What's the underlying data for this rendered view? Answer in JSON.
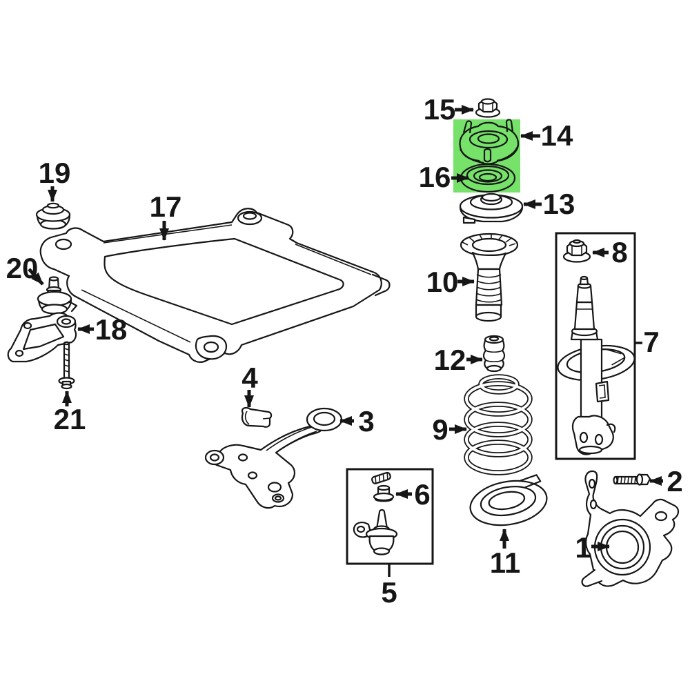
{
  "diagram": {
    "background_color": "#ffffff",
    "line_color": "#161616",
    "highlight_color": "#76e26a",
    "highlighted_part_labels": [
      "14",
      "16"
    ],
    "parts": {
      "p1": {
        "label": "1",
        "name": "steering-knuckle"
      },
      "p2": {
        "label": "2",
        "name": "knuckle-bolt"
      },
      "p3": {
        "label": "3",
        "name": "lower-control-arm"
      },
      "p4": {
        "label": "4",
        "name": "control-arm-clamp"
      },
      "p5": {
        "label": "5",
        "name": "ball-joint-kit"
      },
      "p6": {
        "label": "6",
        "name": "ball-joint-grommet"
      },
      "p7": {
        "label": "7",
        "name": "strut-assembly"
      },
      "p8": {
        "label": "8",
        "name": "strut-rod-nut"
      },
      "p9": {
        "label": "9",
        "name": "coil-spring"
      },
      "p10": {
        "label": "10",
        "name": "spring-dust-boot"
      },
      "p11": {
        "label": "11",
        "name": "lower-spring-insulator"
      },
      "p12": {
        "label": "12",
        "name": "bump-stop"
      },
      "p13": {
        "label": "13",
        "name": "upper-spring-seat"
      },
      "p14": {
        "label": "14",
        "name": "strut-mount"
      },
      "p15": {
        "label": "15",
        "name": "strut-mount-nut"
      },
      "p16": {
        "label": "16",
        "name": "strut-mount-bearing"
      },
      "p17": {
        "label": "17",
        "name": "front-subframe"
      },
      "p18": {
        "label": "18",
        "name": "subframe-brace-bracket"
      },
      "p19": {
        "label": "19",
        "name": "subframe-bushing"
      },
      "p20": {
        "label": "20",
        "name": "body-mount-cushion"
      },
      "p21": {
        "label": "21",
        "name": "brace-bolt"
      }
    }
  }
}
